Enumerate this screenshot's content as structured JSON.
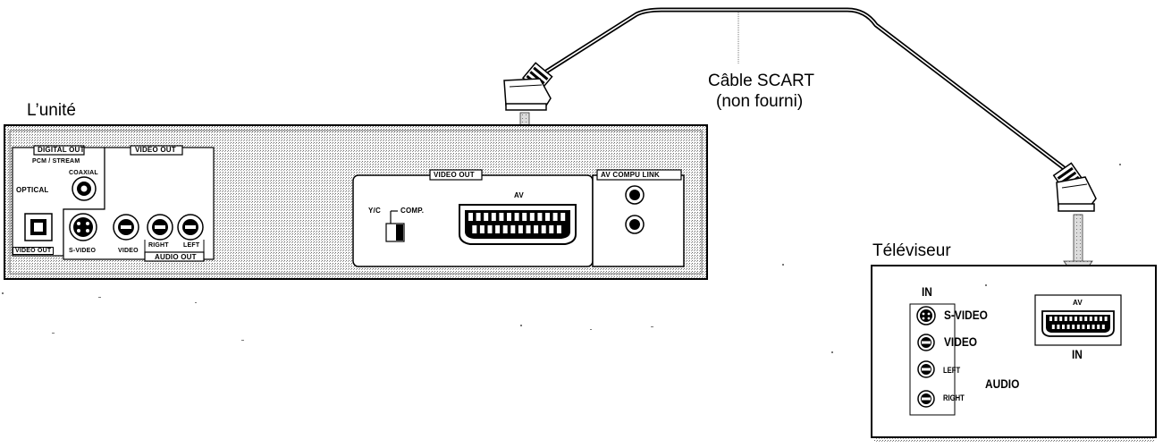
{
  "unit": {
    "title": "L’unité",
    "digital_out": "DIGITAL OUT",
    "pcm_stream": "PCM / STREAM",
    "optical": "OPTICAL",
    "coaxial": "COAXIAL",
    "video_out_left": "VIDEO OUT",
    "video_out_top": "VIDEO OUT",
    "s_video": "S-VIDEO",
    "video": "VIDEO",
    "right": "RIGHT",
    "left": "LEFT",
    "audio_out": "AUDIO OUT",
    "video_out_scart": "VIDEO OUT",
    "av": "AV",
    "yc": "Y/C",
    "comp": "COMP.",
    "av_compu_link": "AV COMPU LINK"
  },
  "cable": {
    "line1": "Câble SCART",
    "line2": "(non fourni)"
  },
  "tv": {
    "title": "Téléviseur",
    "in_top": "IN",
    "s_video": "S-VIDEO",
    "video": "VIDEO",
    "left": "LEFT",
    "audio": "AUDIO",
    "right": "RIGHT",
    "av": "AV",
    "in_bottom": "IN"
  }
}
